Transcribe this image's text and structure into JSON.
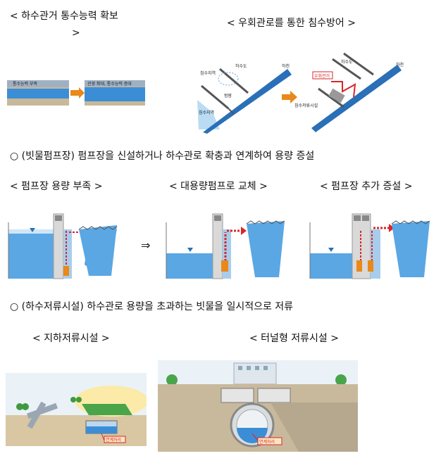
{
  "sections": {
    "pipe_capacity_title": "< 하수관거 통수능력 확보",
    "pipe_capacity_title_cont": ">",
    "bypass_title": "< 우회관로를 통한 침수방어 >",
    "pump_line": "○ (빗물펌프장) 펌프장을 신설하거나 하수관로 확충과 연계하여 용량 증설",
    "pump_cap_lack": "< 펌프장 용량 부족 >",
    "pump_replace": "< 대용량펌프로 교체 >",
    "pump_add": "< 펌프장 추가 증설 >",
    "arrow_symbol": "⇒",
    "storage_line": "○ (하수저류시설) 하수관로 용량을 초과하는 빗물을 일시적으로 저류",
    "underground_storage": "< 지하저류시설 >",
    "tunnel_storage": "< 터널형 저류시설 >"
  },
  "diagram_labels": {
    "pipe_before": "통수능력 부족",
    "pipe_after": "관경 확대, 통수능력 증대",
    "sewer": "하수도",
    "river": "하천",
    "flood_area": "침수지역",
    "embankment": "범람",
    "flood_storage": "침수저류시설",
    "bypass_pipe": "우회관거",
    "link_process": "연계처리"
  },
  "colors": {
    "water": "#3b8ed6",
    "water_light": "#8ec6ee",
    "river": "#2a6fb8",
    "arrow": "#e8891a",
    "pump_red": "#d9262a",
    "grass": "#6fbf3a"
  }
}
